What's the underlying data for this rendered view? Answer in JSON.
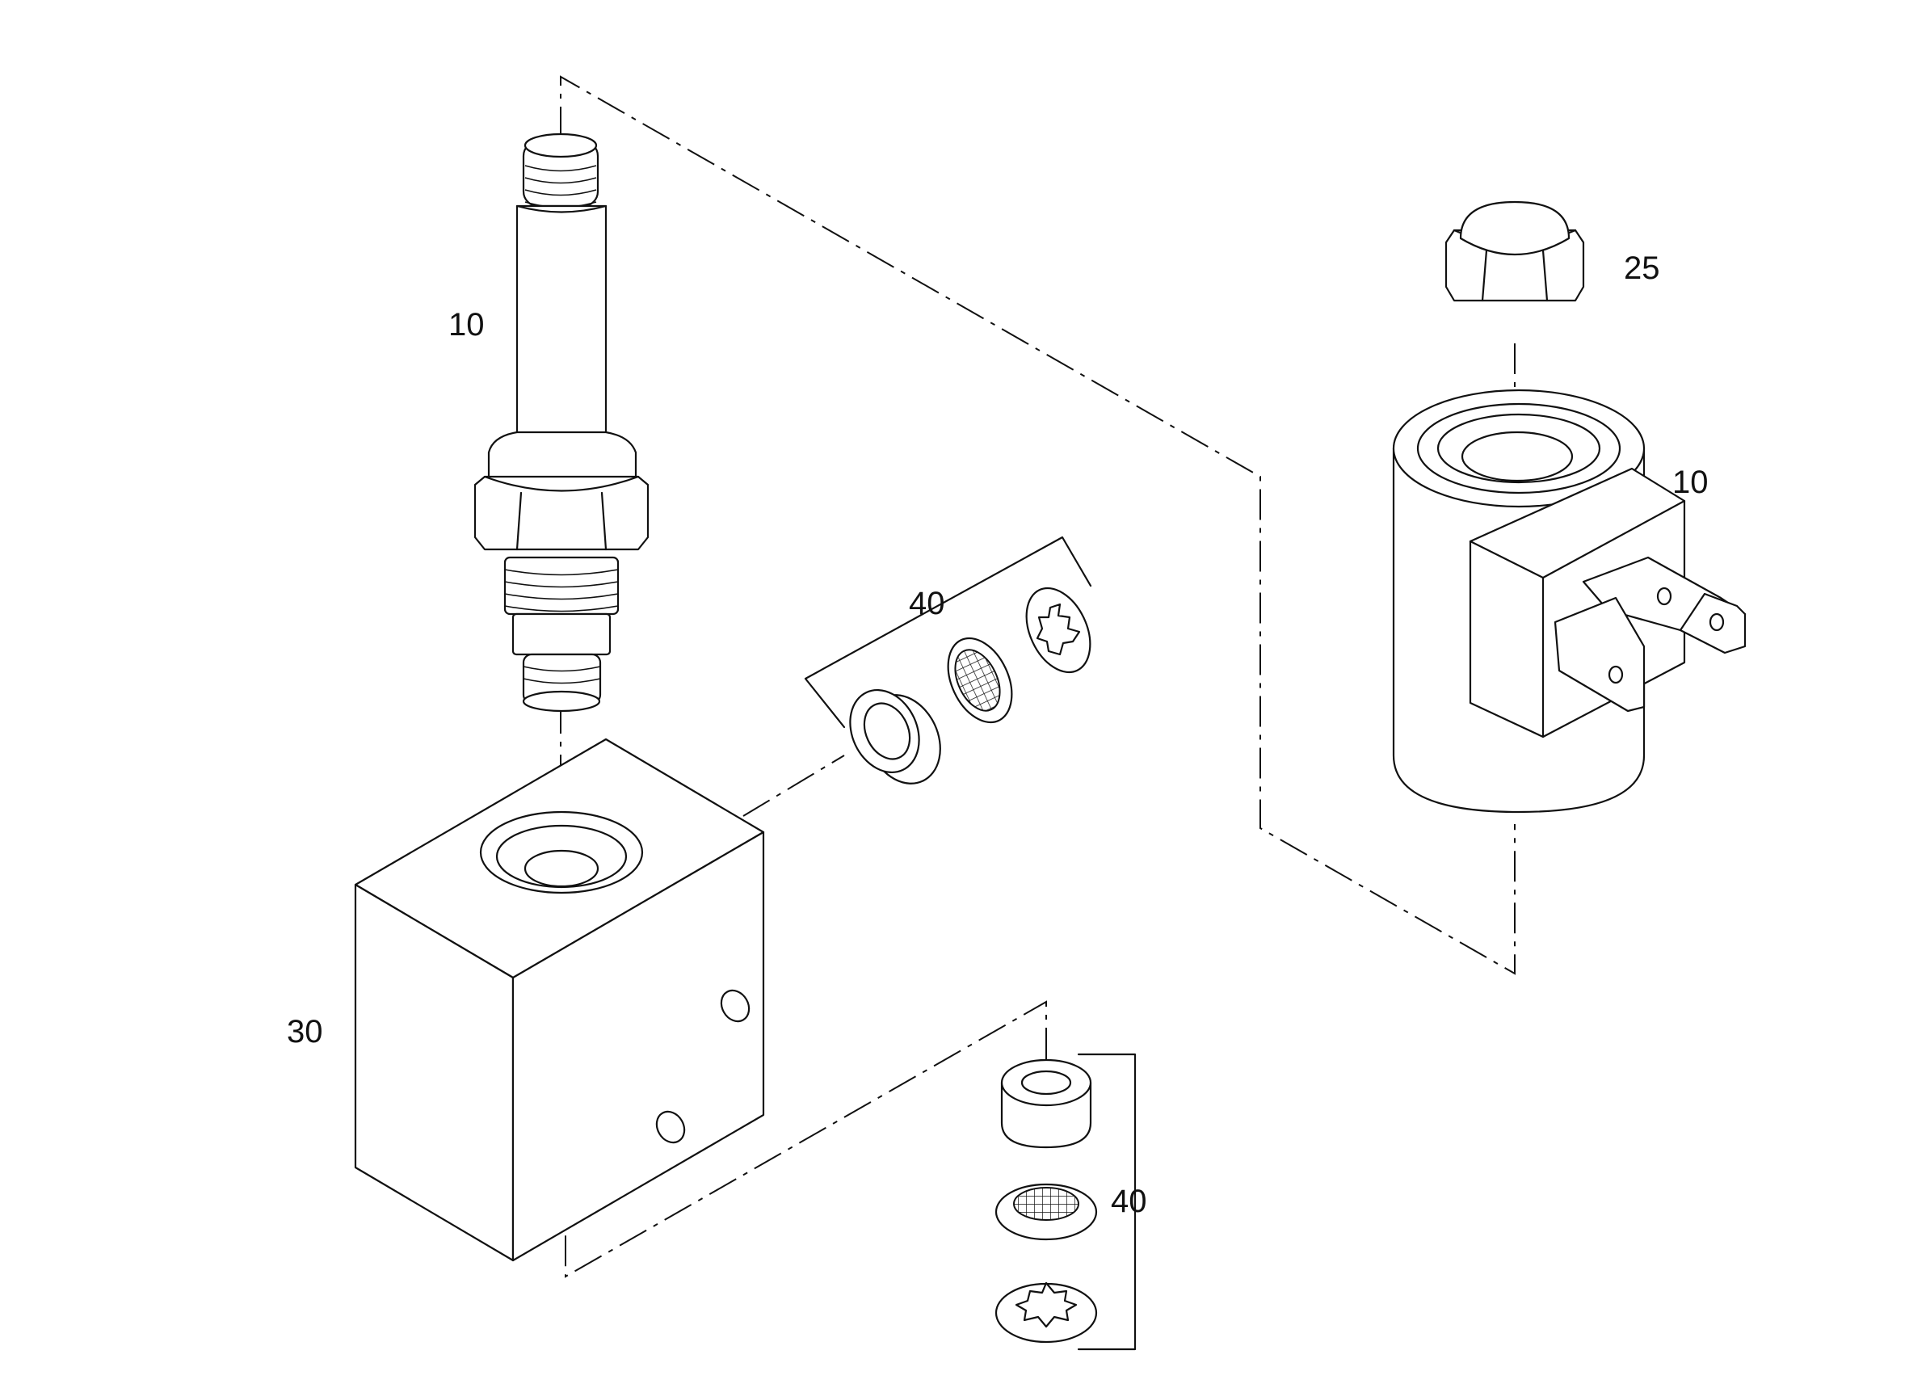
{
  "callouts": {
    "cartridge": "10",
    "cap_nut": "25",
    "coil": "10",
    "filter_set_top": "40",
    "body": "30",
    "filter_set_bottom": "40"
  }
}
